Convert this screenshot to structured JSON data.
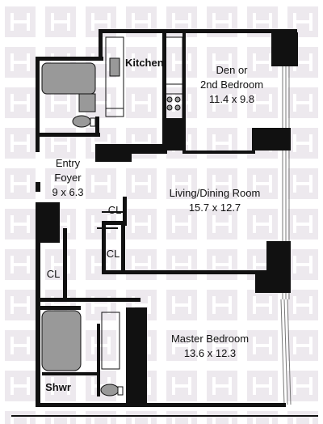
{
  "floor_plan": {
    "rooms": {
      "kitchen": {
        "name": "Kitchen"
      },
      "den": {
        "name_line1": "Den or",
        "name_line2": "2nd Bedroom",
        "dimensions": "11.4 x 9.8"
      },
      "entry": {
        "name_line1": "Entry",
        "name_line2": "Foyer",
        "dimensions": "9 x 6.3"
      },
      "living": {
        "name": "Living/Dining Room",
        "dimensions": "15.7 x 12.7"
      },
      "master": {
        "name": "Master Bedroom",
        "dimensions": "13.6 x 12.3"
      },
      "closet_upper": {
        "name": "CL"
      },
      "closet_middle": {
        "name": "CL"
      },
      "closet_left": {
        "name": "CL"
      },
      "shower": {
        "name": "Shwr"
      }
    },
    "colors": {
      "wall": "#111111",
      "fixture": "#9a9a9a",
      "watermark": "#ede9ee",
      "window": "#888888"
    }
  }
}
